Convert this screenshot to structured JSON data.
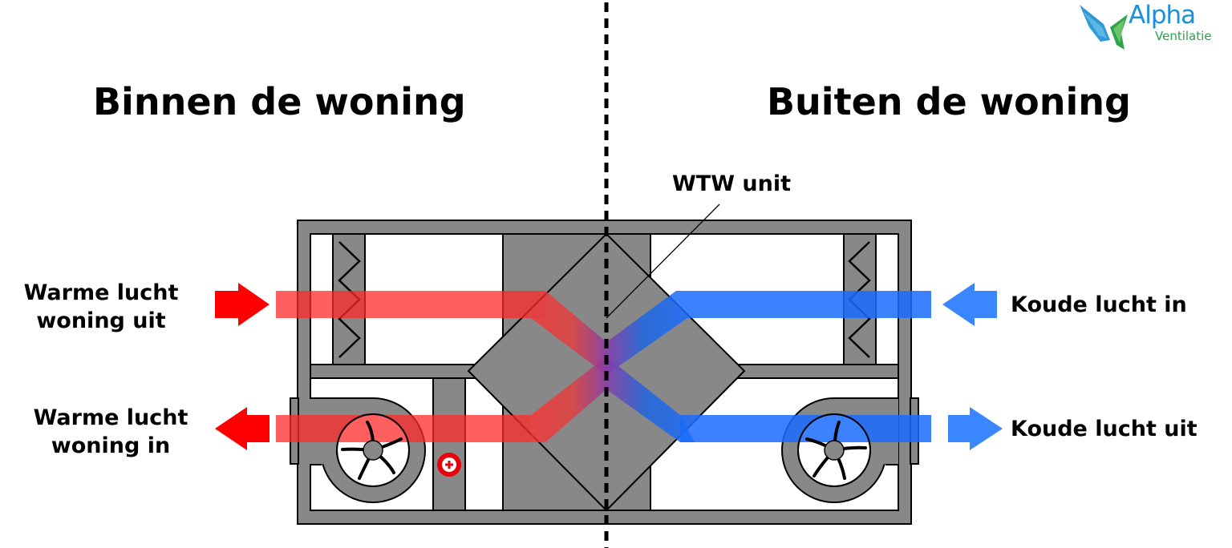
{
  "headings": {
    "inside": "Binnen de woning",
    "outside": "Buiten de woning"
  },
  "unit_label": "WTW unit",
  "flows": {
    "warm_out": {
      "line1": "Warme lucht",
      "line2": "woning uit",
      "direction": "in-to-unit"
    },
    "warm_in": {
      "line1": "Warme lucht",
      "line2": "woning in",
      "direction": "out-of-unit"
    },
    "cold_in": {
      "label": "Koude lucht in",
      "direction": "in-to-unit"
    },
    "cold_out": {
      "label": "Koude lucht uit",
      "direction": "out-of-unit"
    }
  },
  "components": {
    "heater_symbol": "+",
    "filters": 2,
    "fans": 2,
    "heat_exchanger": "cross-flow"
  },
  "logo": {
    "name": "Alpha",
    "sub": "Ventilatie"
  },
  "colors": {
    "warm": "#ff0000",
    "warm_stream": "#ff4d4d",
    "cold": "#3a86ff",
    "cold_stream": "#2f7dff",
    "unit_gray": "#888888",
    "outline": "#000000",
    "logo_blue": "#1d8fd8",
    "logo_green": "#2aa34a"
  }
}
